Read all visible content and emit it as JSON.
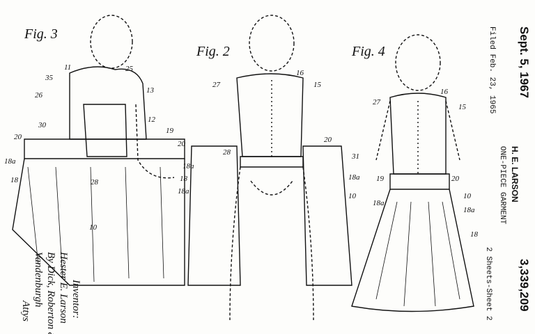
{
  "header": {
    "date": "Sept. 5, 1967",
    "filed": "Filed Feb. 23, 1965",
    "inventor_name": "H. E. LARSON",
    "title": "ONE-PIECE GARMENT",
    "patent_number": "3,339,209",
    "sheets": "2 Sheets-Sheet 2"
  },
  "signature": {
    "line1": "Inventor:",
    "line2": "Hester E. Larson",
    "line3": "By Dick, Roberton &",
    "line4": "Vandenburgh",
    "line5": "Attys"
  },
  "figures": [
    {
      "label": "Fig. 3",
      "refs": [
        "11",
        "25",
        "35",
        "26",
        "13",
        "12",
        "30",
        "19",
        "20",
        "20",
        "18a",
        "18a",
        "18",
        "28",
        "10"
      ]
    },
    {
      "label": "Fig. 2",
      "refs": [
        "16",
        "27",
        "15",
        "28",
        "20",
        "31",
        "18",
        "18a",
        "18a",
        "10"
      ]
    },
    {
      "label": "Fig. 4",
      "refs": [
        "16",
        "27",
        "15",
        "19",
        "20",
        "10",
        "18a",
        "18a",
        "18"
      ]
    }
  ]
}
